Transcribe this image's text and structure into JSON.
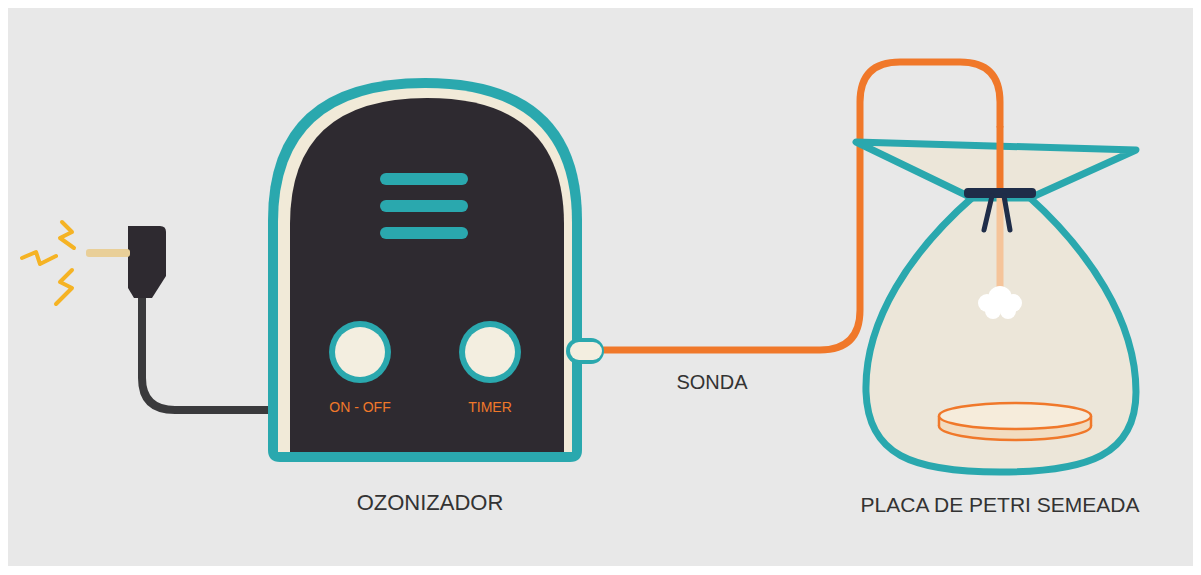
{
  "diagram": {
    "nodes": [
      {
        "text": [
          "ON - OFF",
          "TIMER",
          "OZONIZADOR"
        ]
      },
      {
        "text": [
          "PLACA DE PETRI SEMEADA"
        ]
      }
    ],
    "edges": [
      {
        "from": 0,
        "to": 1,
        "label": "SONDA",
        "arrow": "none"
      }
    ]
  }
}
